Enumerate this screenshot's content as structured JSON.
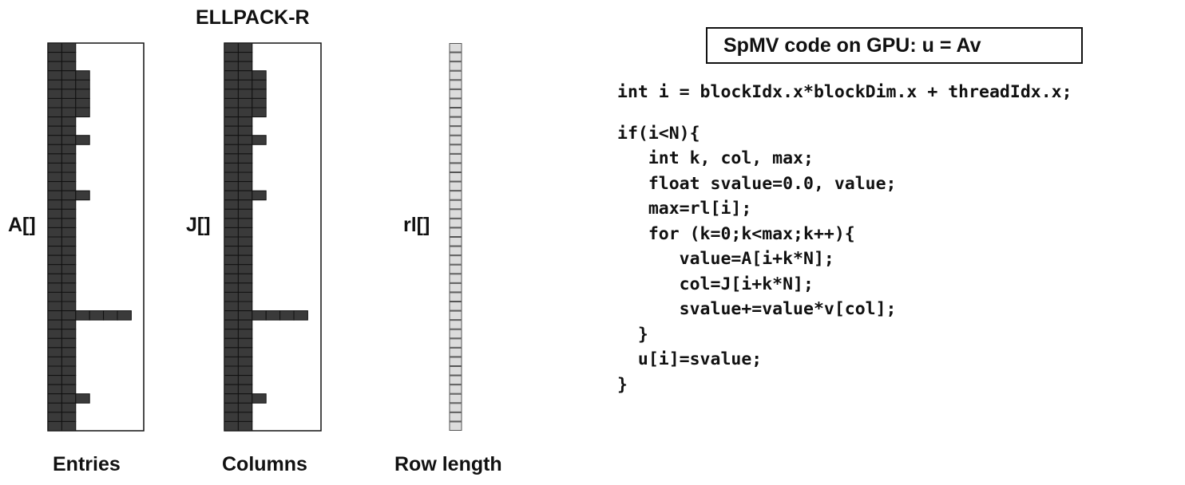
{
  "title": "ELLPACK-R",
  "arrays": [
    {
      "id": "entries",
      "side_label": "A[]",
      "caption": "Entries"
    },
    {
      "id": "columns",
      "side_label": "J[]",
      "caption": "Columns"
    },
    {
      "id": "rowlength",
      "side_label": "rl[]",
      "caption": "Row length"
    }
  ],
  "row_counts": [
    2,
    2,
    2,
    3,
    3,
    3,
    3,
    3,
    2,
    2,
    3,
    2,
    2,
    2,
    2,
    2,
    3,
    2,
    2,
    2,
    2,
    2,
    2,
    2,
    2,
    2,
    2,
    2,
    2,
    6,
    2,
    2,
    2,
    2,
    2,
    2,
    2,
    2,
    3,
    2,
    2,
    2
  ],
  "colors": {
    "cell_fill": "#3a3a3a",
    "cell_line": "#111111",
    "rl_fill": "#dcdcdc",
    "frame": "#111111"
  },
  "code_title": "SpMV code on GPU:   u = Av",
  "code_lines": [
    "int i = blockIdx.x*blockDim.x + threadIdx.x;",
    "if(i<N){",
    "   int k, col, max;",
    "   float svalue=0.0, value;",
    "   max=rl[i];",
    "   for (k=0;k<max;k++){",
    "      value=A[i+k*N];",
    "      col=J[i+k*N];",
    "      svalue+=value*v[col];",
    "  }",
    "  u[i]=svalue;",
    "}"
  ]
}
